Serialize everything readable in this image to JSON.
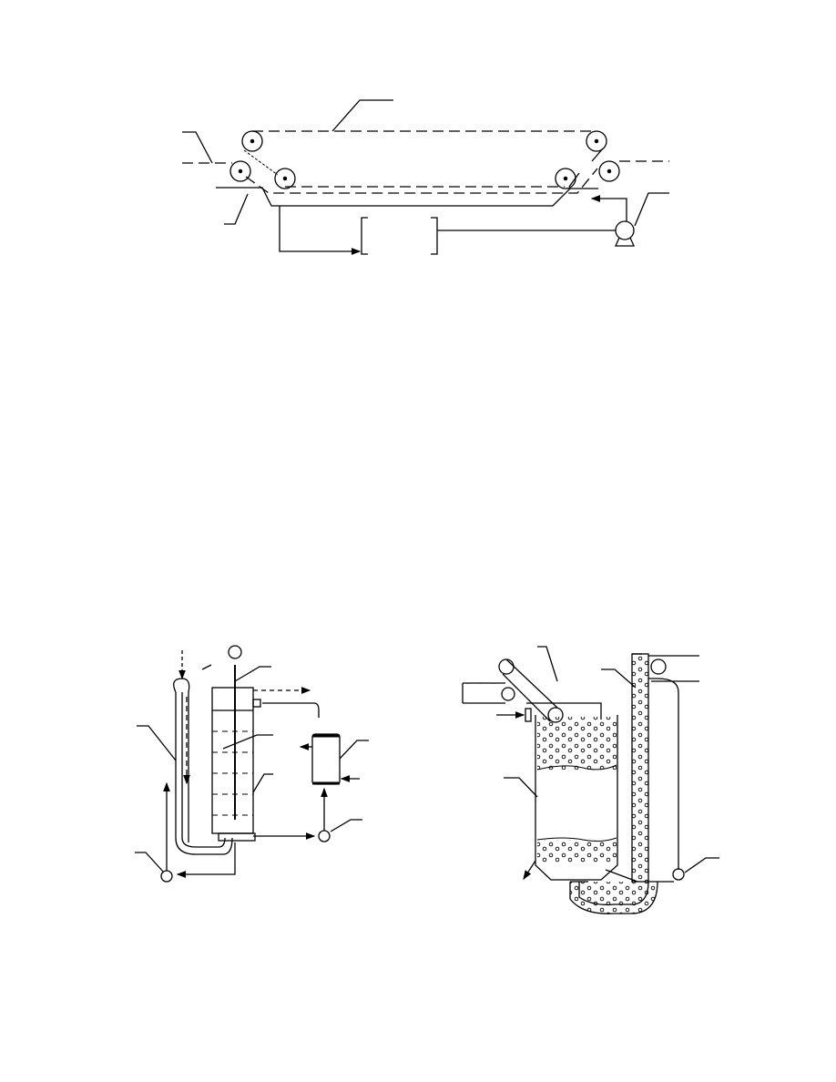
{
  "page": {
    "figures": [
      {
        "id": "belt-conveyor-system"
      },
      {
        "id": "column-with-heat-exchanger"
      },
      {
        "id": "particle-bed-vessel-with-elevator"
      }
    ]
  }
}
